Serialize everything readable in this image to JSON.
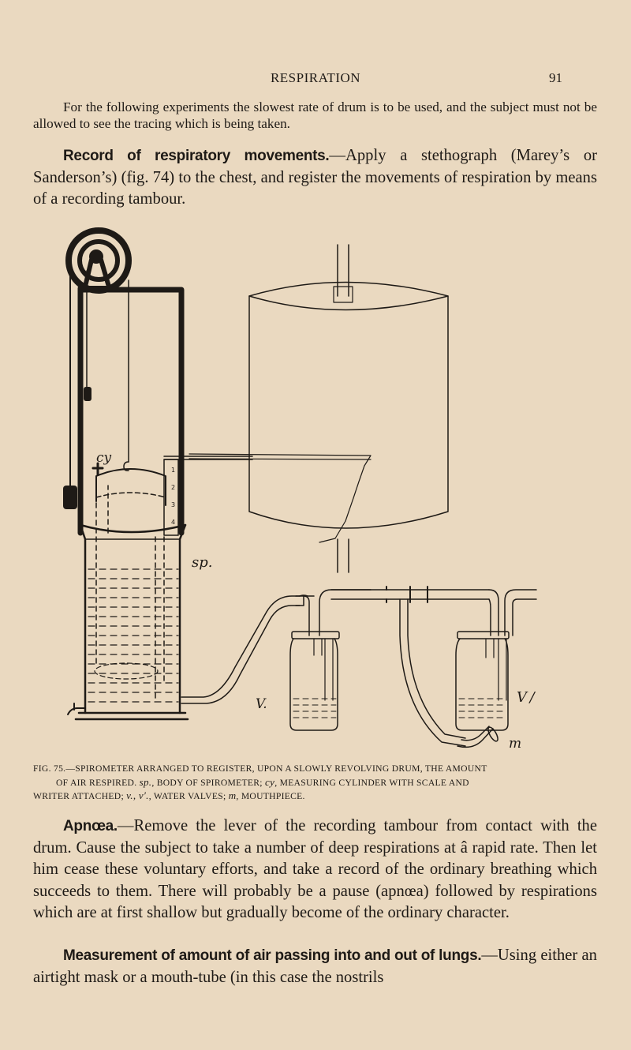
{
  "running_head": {
    "title": "RESPIRATION",
    "page_number": "91"
  },
  "paragraphs": {
    "intro": "For the following experiments the slowest rate of drum is to be used, and the subject must not be allowed to see the tracing which is being taken.",
    "record": {
      "heading": "Record of respiratory movements.",
      "dash": "—",
      "text": "Apply a stethograph (Marey’s or Sanderson’s) (fig. 74) to the chest, and register the movements of respiration by means of a recording tambour."
    },
    "apnoea": {
      "heading": "Apnœa.",
      "dash": "—",
      "text": "Remove the lever of the recording tambour from contact with the drum. Cause the subject to take a number of deep respirations at â rapid rate. Then let him cease these voluntary efforts, and take a record of the ordinary breathing which succeeds to them. There will probably be a pause (apnœa) followed by respirations which are at first shallow but gradually become of the ordinary character."
    },
    "measurement": {
      "heading": "Measurement of amount of air passing into and out of lungs.",
      "dash": "—",
      "text": "Using either an airtight mask or a mouth-tube (in this case the nostrils"
    }
  },
  "figure": {
    "labels": {
      "cy": "cy",
      "sp": "sp.",
      "v": "V.",
      "v_prime": "V /",
      "m": "m"
    },
    "scale_ticks": [
      "1",
      "2",
      "3",
      "4"
    ],
    "caption": {
      "line1": "Fig. 75.—Spirometer arranged to register, upon a slowly revolving Drum, the Amount",
      "line2_a": "of Air respired. ",
      "sp": "sp.",
      "line2_b": ", Body of Spirometer; ",
      "cy": "cy",
      "line2_c": ", Measuring Cylinder with Scale and",
      "line3_a": "Writer attached; ",
      "v": "v., v′.",
      "line3_b": ", Water Valves; ",
      "m": "m",
      "line3_c": ", Mouthpiece."
    }
  },
  "colors": {
    "paper": "#ead9c0",
    "ink": "#1e1a16"
  }
}
